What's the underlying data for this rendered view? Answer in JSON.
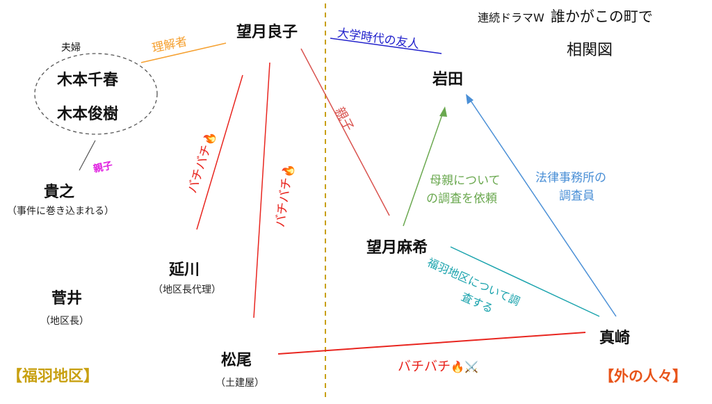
{
  "title": {
    "line1_small": "連続ドラマW",
    "line1_big": "誰かがこの町で",
    "line2": "相関図"
  },
  "regions": {
    "left": "【福羽地区】",
    "right": "【外の人々】"
  },
  "people": {
    "mochizuki_ryoko": "望月良子",
    "kimoto_chiharu": "木本千春",
    "kimoto_toshiki": "木本俊樹",
    "takayuki": "貴之",
    "takayuki_note": "（事件に巻き込まれる）",
    "nobukawa": "延川",
    "nobukawa_note": "（地区長代理）",
    "sugai": "菅井",
    "sugai_note": "（地区長）",
    "matsuo": "松尾",
    "matsuo_note": "（土建屋）",
    "iwata": "岩田",
    "mochizuki_maki": "望月麻希",
    "mazaki": "真崎"
  },
  "relations": {
    "couple": "夫婦",
    "understanding": "理解者",
    "parent_child": "親子",
    "parent_child_pink": "親子",
    "college_friend": "大学時代の友人",
    "mother_investigation_1": "母親について",
    "mother_investigation_2": "の調査を依頼",
    "law_office_1": "法律事務所の",
    "law_office_2": "調査員",
    "fukuba_investigation_1": "福羽地区について調",
    "fukuba_investigation_2": "査する",
    "conflict_a": "バチバチ",
    "conflict_b": "バチバチ",
    "conflict_c": "バチバチ"
  },
  "icons": {
    "fire": "🔥",
    "swords": "⚔️"
  },
  "colors": {
    "conflict_red": "#e8251f",
    "understanding_orange": "#f5a030",
    "friend_blue": "#2222cc",
    "investigate_green": "#6aa84f",
    "law_blue": "#4a8fd6",
    "fukuba_teal": "#1aa3ad",
    "parent_red": "#d9534f",
    "pink": "#e020e0",
    "gold": "#c8a010",
    "region_orange": "#e8541a"
  }
}
